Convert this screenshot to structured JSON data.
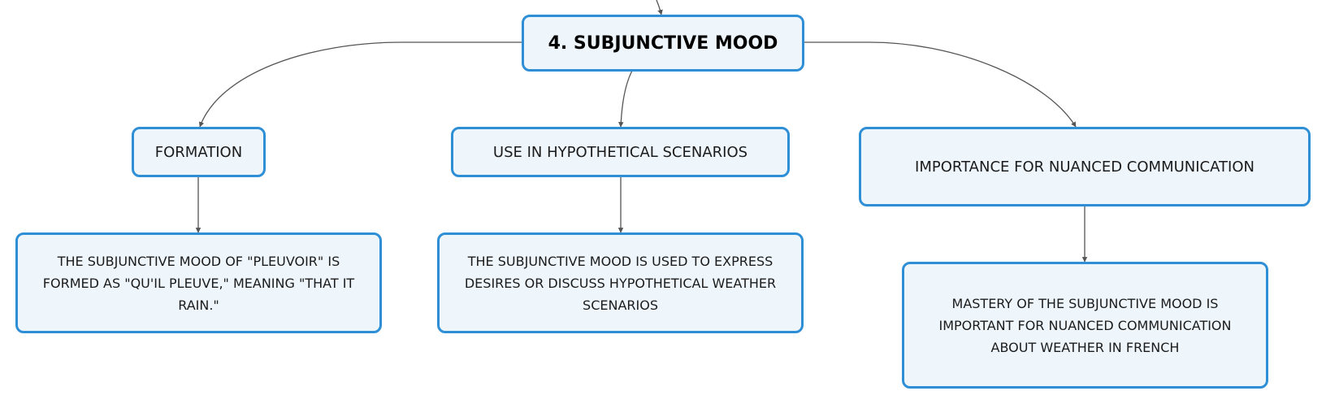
{
  "diagram": {
    "root": {
      "label": "4. SUBJUNCTIVE MOOD"
    },
    "branches": [
      {
        "label": "FORMATION",
        "detail": "THE SUBJUNCTIVE MOOD OF \"PLEUVOIR\" IS FORMED AS \"QU'IL PLEUVE,\" MEANING \"THAT IT RAIN.\""
      },
      {
        "label": "USE IN HYPOTHETICAL SCENARIOS",
        "detail": "THE SUBJUNCTIVE MOOD IS USED TO EXPRESS DESIRES OR DISCUSS HYPOTHETICAL WEATHER SCENARIOS"
      },
      {
        "label": "IMPORTANCE FOR NUANCED COMMUNICATION",
        "detail": "MASTERY OF THE SUBJUNCTIVE MOOD IS IMPORTANT FOR NUANCED COMMUNICATION ABOUT WEATHER IN FRENCH"
      }
    ],
    "colors": {
      "node_border": "#2f8fd6",
      "node_fill": "#eef6fc",
      "connector": "#555555"
    }
  }
}
